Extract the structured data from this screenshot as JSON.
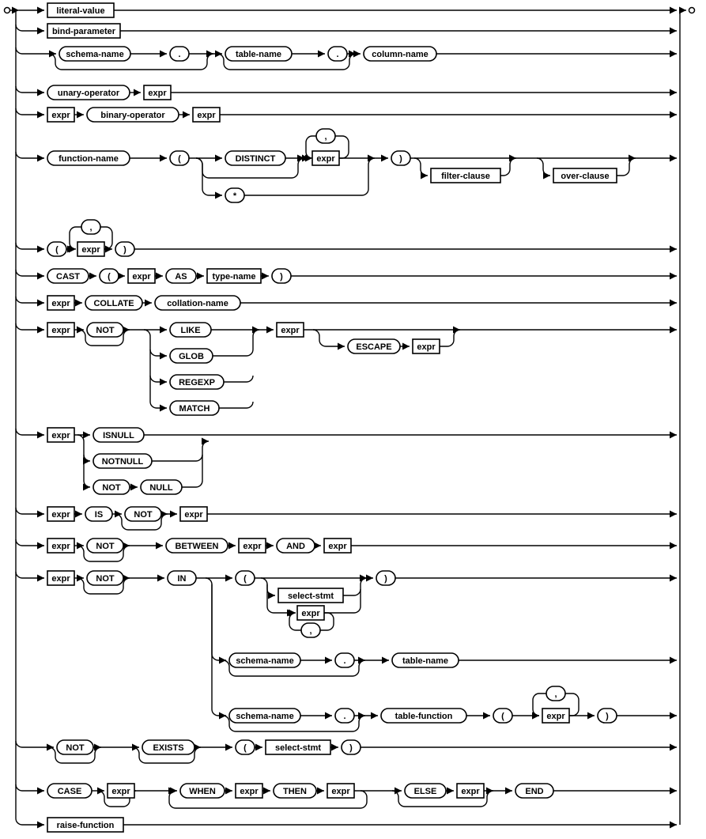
{
  "diagram": {
    "name": "expr",
    "kind": "railroad-syntax-diagram",
    "nodes": {
      "literal_value": "literal-value",
      "bind_parameter": "bind-parameter",
      "schema_name": "schema-name",
      "table_name": "table-name",
      "column_name": "column-name",
      "unary_operator": "unary-operator",
      "expr": "expr",
      "binary_operator": "binary-operator",
      "function_name": "function-name",
      "distinct": "DISTINCT",
      "filter_clause": "filter-clause",
      "over_clause": "over-clause",
      "cast": "CAST",
      "as": "AS",
      "type_name": "type-name",
      "collate": "COLLATE",
      "collation_name": "collation-name",
      "not": "NOT",
      "like": "LIKE",
      "glob": "GLOB",
      "regexp": "REGEXP",
      "match": "MATCH",
      "escape": "ESCAPE",
      "isnull": "ISNULL",
      "notnull": "NOTNULL",
      "null": "NULL",
      "is": "IS",
      "between": "BETWEEN",
      "and": "AND",
      "in": "IN",
      "select_stmt": "select-stmt",
      "table_function": "table-function",
      "exists": "EXISTS",
      "case": "CASE",
      "when": "WHEN",
      "then": "THEN",
      "else": "ELSE",
      "end": "END",
      "raise_function": "raise-function",
      "lparen": "(",
      "rparen": ")",
      "comma": ",",
      "dot": ".",
      "star": "*"
    }
  }
}
